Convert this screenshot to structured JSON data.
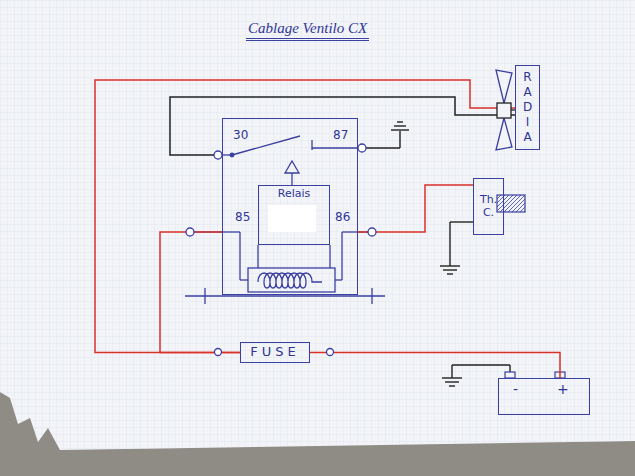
{
  "diagram": {
    "title": "Cablage Ventilo CX",
    "nodes": [
      {
        "text": [
          "30",
          "87",
          "85",
          "86"
        ]
      },
      {
        "text": [
          "Relais"
        ],
        "in": 0
      },
      {
        "text": [
          "FUSE"
        ]
      },
      {
        "text": [
          "-",
          "+"
        ]
      },
      {
        "text": [
          "Th. C."
        ]
      },
      {
        "text": [
          "R A D I A"
        ]
      }
    ],
    "edges": [
      {
        "from": 3,
        "to": 2,
        "arrow": "none"
      },
      {
        "from": 2,
        "to": 0,
        "arrow": "none"
      },
      {
        "from": 2,
        "to": 5,
        "arrow": "none"
      },
      {
        "from": 0,
        "to": 5,
        "arrow": "none"
      },
      {
        "from": 0,
        "to": 4,
        "arrow": "none"
      }
    ]
  }
}
